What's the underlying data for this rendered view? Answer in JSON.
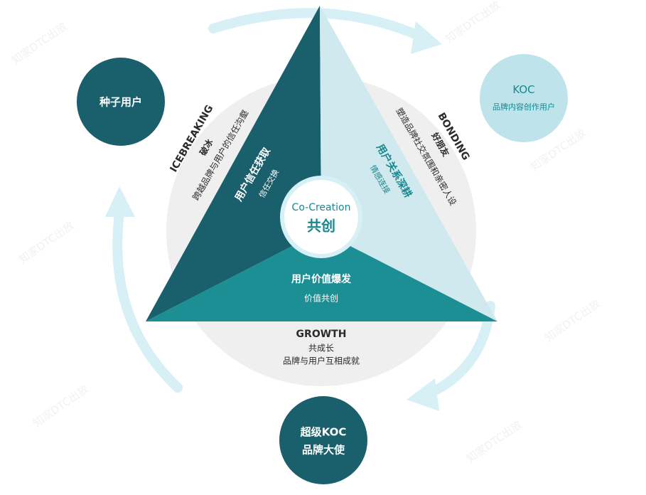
{
  "center": {
    "en": "Co-Creation",
    "cn": "共创"
  },
  "left_panel": {
    "title": "ICEBREAKING",
    "subtitle": "破冰",
    "desc": "跨越品牌与用户的信任沟壑"
  },
  "right_panel": {
    "title": "BONDING",
    "subtitle": "好朋友",
    "desc": "塑造品牌社交氛围和亲密人设"
  },
  "bottom_panel": {
    "title": "GROWTH",
    "subtitle": "共成长",
    "desc": "品牌与用户互相成就"
  },
  "left_triangle": {
    "title": "用户信任获取",
    "sub": "信任交换"
  },
  "right_triangle": {
    "title": "用户关系深耕",
    "sub": "情感连接"
  },
  "bottom_triangle": {
    "title": "用户价值爆发",
    "sub": "价值共创"
  },
  "nodes": {
    "seed": {
      "label": "种子用户"
    },
    "koc": {
      "title": "KOC",
      "sub": "品牌内容创作用户"
    },
    "super": {
      "line1": "超级KOC",
      "line2": "品牌大使"
    }
  },
  "watermark": "知家DTC出放",
  "colors": {
    "dark_teal": "#1a5f6c",
    "mid_teal": "#1c8f94",
    "light_teal": "#cfe9ee",
    "koc_circle": "#bfe3ea",
    "arrow": "#d6f0f6",
    "grey_disc": "#efefef"
  }
}
